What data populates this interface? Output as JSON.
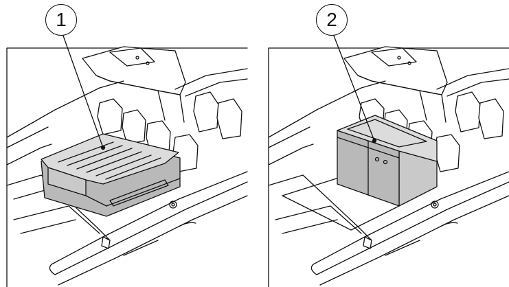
{
  "figures": [
    {
      "callout_label": "1",
      "content": "cushion-top",
      "accent_fill": "#b9b9b9",
      "light_fill": "#dcdcdc"
    },
    {
      "callout_label": "2",
      "content": "cabinet",
      "accent_fill": "#b9b9b9",
      "light_fill": "#dcdcdc"
    }
  ],
  "colors": {
    "line": "#111111",
    "background": "#ffffff",
    "shade": "#b9b9b9",
    "shade_light": "#dcdcdc"
  }
}
